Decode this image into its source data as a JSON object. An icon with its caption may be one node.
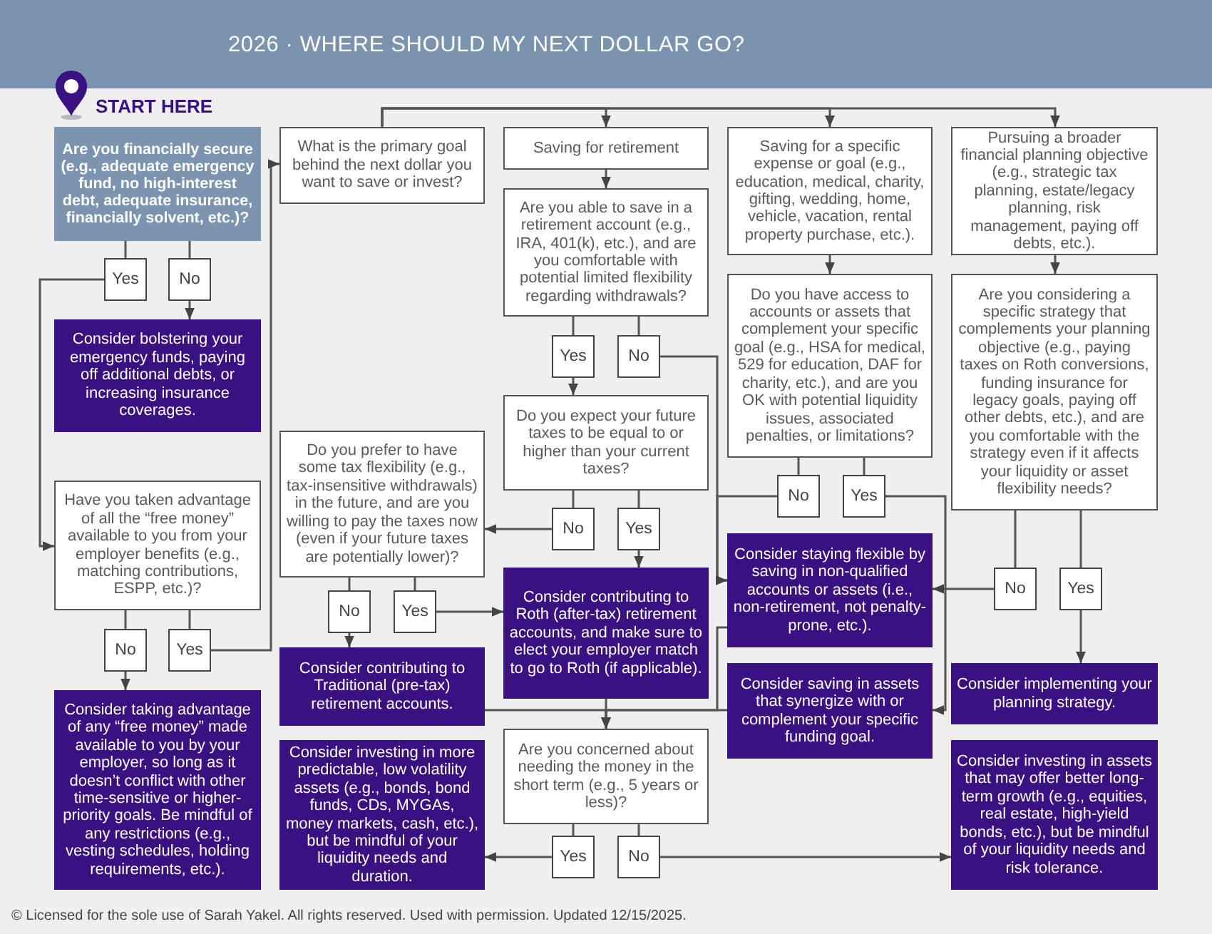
{
  "diagram": {
    "title": "2026 · WHERE SHOULD MY NEXT DOLLAR GO?",
    "nodes": [
      {
        "text": [
          "Are you financially secure (e.g., adequate emergency fund, no high-interest debt, adequate insurance, financially solvent, etc.)?"
        ],
        "beside": [
          "START HERE"
        ]
      },
      {
        "text": [
          "Yes"
        ]
      },
      {
        "text": [
          "No"
        ]
      },
      {
        "text": [
          "Consider bolstering your emergency funds, paying off additional debts, or increasing insurance coverages."
        ]
      },
      {
        "text": [
          "Have you taken advantage of all the “free money” available to you from your employer benefits (e.g., matching contributions, ESPP, etc.)?"
        ]
      },
      {
        "text": [
          "No"
        ]
      },
      {
        "text": [
          "Yes"
        ]
      },
      {
        "text": [
          "Consider taking advantage of any “free money” made available to you by your employer, so long as it doesn’t conflict with other time-sensitive or higher-priority goals. Be mindful of any restrictions (e.g., vesting schedules, holding requirements, etc.)."
        ]
      },
      {
        "text": [
          "What is the primary goal behind the next dollar you want to save or invest?"
        ]
      },
      {
        "text": [
          "Saving for retirement"
        ]
      },
      {
        "text": [
          "Saving for a specific expense or goal (e.g., education, medical, charity, gifting, wedding, home, vehicle, vacation, rental property purchase, etc.)."
        ]
      },
      {
        "text": [
          "Pursuing a broader financial planning objective (e.g., strategic tax planning, estate/legacy planning, risk management, paying off debts, etc.)."
        ]
      },
      {
        "text": [
          "Are you able to save in a retirement account (e.g., IRA, 401(k), etc.), and are you comfortable with potential limited flexibility regarding withdrawals?"
        ]
      },
      {
        "text": [
          "Yes"
        ]
      },
      {
        "text": [
          "No"
        ]
      },
      {
        "text": [
          "Do you expect your future taxes to be equal to or higher than your current taxes?"
        ]
      },
      {
        "text": [
          "Do you prefer to have some tax flexibility (e.g., tax-insensitive withdrawals) in the future, and are you willing to pay the taxes now (even if your future taxes are potentially lower)?"
        ]
      },
      {
        "text": [
          "No"
        ]
      },
      {
        "text": [
          "Yes"
        ]
      },
      {
        "text": [
          "No"
        ]
      },
      {
        "text": [
          "Yes"
        ]
      },
      {
        "text": [
          "Consider contributing to Traditional (pre-tax) retirement accounts."
        ]
      },
      {
        "text": [
          "Consider contributing to Roth (after-tax) retirement accounts, and make sure to elect your employer match to go to Roth (if applicable)."
        ]
      },
      {
        "text": [
          "Consider investing in more predictable, low volatility assets (e.g., bonds, bond funds, CDs, MYGAs, money markets, cash, etc.), but be mindful of your liquidity needs and duration."
        ]
      },
      {
        "text": [
          "Are you concerned about needing the money in the short term (e.g., 5 years or less)?"
        ]
      },
      {
        "text": [
          "Yes"
        ]
      },
      {
        "text": [
          "No"
        ]
      },
      {
        "text": [
          "Do you have access to accounts or assets that complement your specific goal (e.g., HSA for medical, 529 for education, DAF for charity, etc.), and are you OK with potential liquidity issues, associated penalties, or limitations?"
        ]
      },
      {
        "text": [
          "No"
        ]
      },
      {
        "text": [
          "Yes"
        ]
      },
      {
        "text": [
          "Consider staying flexible by saving in non-qualified accounts or assets (i.e., non-retirement, not penalty-prone, etc.)."
        ]
      },
      {
        "text": [
          "Consider saving in assets that synergize with or complement your specific funding goal."
        ]
      },
      {
        "text": [
          "Are you considering a specific strategy that complements your planning objective (e.g., paying taxes on Roth conversions, funding insurance for legacy goals, paying off other debts, etc.), and are you comfortable with the strategy even if it affects your liquidity or asset flexibility needs?"
        ]
      },
      {
        "text": [
          "No"
        ]
      },
      {
        "text": [
          "Yes"
        ]
      },
      {
        "text": [
          "Consider implementing your planning strategy."
        ]
      },
      {
        "text": [
          "Consider investing in assets that may offer better long-term growth (e.g., equities, real estate, high-yield bonds, etc.), but be mindful of your liquidity needs and risk tolerance."
        ]
      }
    ],
    "edges": [
      {
        "from": 0,
        "to": 1,
        "arrow": "none"
      },
      {
        "from": 0,
        "to": 2,
        "arrow": "none"
      },
      {
        "from": 2,
        "to": 3,
        "arrow": "to"
      },
      {
        "from": 1,
        "to": 4,
        "arrow": "to"
      },
      {
        "from": 4,
        "to": 5,
        "arrow": "none"
      },
      {
        "from": 4,
        "to": 6,
        "arrow": "none"
      },
      {
        "from": 5,
        "to": 7,
        "arrow": "to"
      },
      {
        "from": 6,
        "to": 8,
        "arrow": "to"
      },
      {
        "from": 8,
        "to": 9,
        "arrow": "to"
      },
      {
        "from": 8,
        "to": 10,
        "arrow": "to"
      },
      {
        "from": 8,
        "to": 11,
        "arrow": "to"
      },
      {
        "from": 9,
        "to": 12,
        "arrow": "to"
      },
      {
        "from": 12,
        "to": 13,
        "arrow": "none"
      },
      {
        "from": 12,
        "to": 14,
        "arrow": "none"
      },
      {
        "from": 13,
        "to": 15,
        "arrow": "to"
      },
      {
        "from": 14,
        "to": 30,
        "arrow": "to"
      },
      {
        "from": 15,
        "to": 17,
        "arrow": "none"
      },
      {
        "from": 15,
        "to": 18,
        "arrow": "none"
      },
      {
        "from": 17,
        "to": 16,
        "arrow": "to"
      },
      {
        "from": 18,
        "to": 22,
        "arrow": "to"
      },
      {
        "from": 16,
        "to": 19,
        "arrow": "none"
      },
      {
        "from": 16,
        "to": 20,
        "arrow": "none"
      },
      {
        "from": 19,
        "to": 21,
        "arrow": "to"
      },
      {
        "from": 20,
        "to": 22,
        "arrow": "to"
      },
      {
        "from": 21,
        "to": 24,
        "arrow": "to"
      },
      {
        "from": 22,
        "to": 24,
        "arrow": "to"
      },
      {
        "from": 31,
        "to": 24,
        "arrow": "to"
      },
      {
        "from": 30,
        "to": 24,
        "arrow": "to"
      },
      {
        "from": 10,
        "to": 27,
        "arrow": "to"
      },
      {
        "from": 27,
        "to": 28,
        "arrow": "none"
      },
      {
        "from": 27,
        "to": 29,
        "arrow": "none"
      },
      {
        "from": 28,
        "to": 30,
        "arrow": "to"
      },
      {
        "from": 29,
        "to": 31,
        "arrow": "to"
      },
      {
        "from": 11,
        "to": 32,
        "arrow": "to"
      },
      {
        "from": 32,
        "to": 33,
        "arrow": "none"
      },
      {
        "from": 32,
        "to": 34,
        "arrow": "none"
      },
      {
        "from": 33,
        "to": 30,
        "arrow": "to"
      },
      {
        "from": 34,
        "to": 35,
        "arrow": "to"
      },
      {
        "from": 24,
        "to": 25,
        "arrow": "none"
      },
      {
        "from": 24,
        "to": 26,
        "arrow": "none"
      },
      {
        "from": 25,
        "to": 23,
        "arrow": "to"
      },
      {
        "from": 26,
        "to": 36,
        "arrow": "to"
      }
    ],
    "labels": [
      "© Licensed for the sole use of Sarah Yakel. All rights reserved. Used with permission. Updated 12/15/2025."
    ]
  }
}
